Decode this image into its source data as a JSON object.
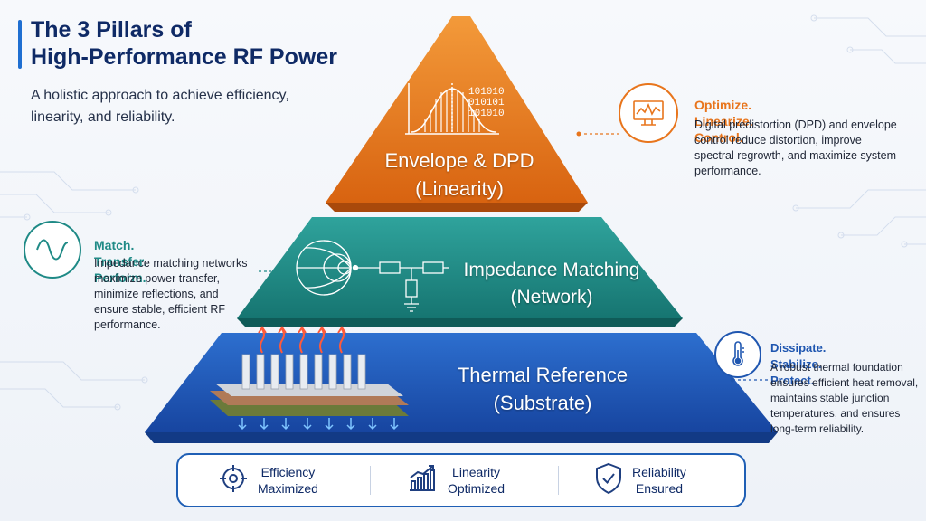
{
  "header": {
    "title_line1": "The 3 Pillars of",
    "title_line2": "High-Performance RF Power",
    "subtitle": "A holistic approach to achieve efficiency, linearity, and reliability."
  },
  "tiers": {
    "top": {
      "line1": "Envelope & DPD",
      "line2": "(Linearity)",
      "color": "#e8751c",
      "binary": [
        "101010",
        "010101",
        "101010"
      ]
    },
    "middle": {
      "line1": "Impedance Matching",
      "line2": "(Network)",
      "color": "#1f8a86"
    },
    "bottom": {
      "line1": "Thermal Reference",
      "line2": "(Substrate)",
      "color": "#1f56b0"
    }
  },
  "callouts": {
    "linearity": {
      "heading": "Optimize. Linearize. Control.",
      "body": "Digital predistortion (DPD) and envelope control reduce distortion, improve spectral regrowth, and maximize system performance.",
      "icon": "oscilloscope-icon",
      "color": "#e8751c"
    },
    "matching": {
      "heading": "Match. Transfer. Perform.",
      "body": "Impedance matching networks maximize power transfer, minimize reflections, and ensure stable, efficient RF performance.",
      "icon": "sine-wave-icon",
      "color": "#1f8a86"
    },
    "thermal": {
      "heading": "Dissipate. Stabilize. Protect.",
      "body": "A robust thermal foundation ensures efficient heat removal, maintains stable junction temperatures, and ensures long-term reliability.",
      "icon": "thermometer-icon",
      "color": "#1f56b0"
    }
  },
  "outcomes": [
    {
      "line1": "Efficiency",
      "line2": "Maximized",
      "icon": "target-icon"
    },
    {
      "line1": "Linearity",
      "line2": "Optimized",
      "icon": "growth-chart-icon"
    },
    {
      "line1": "Reliability",
      "line2": "Ensured",
      "icon": "shield-check-icon"
    }
  ]
}
